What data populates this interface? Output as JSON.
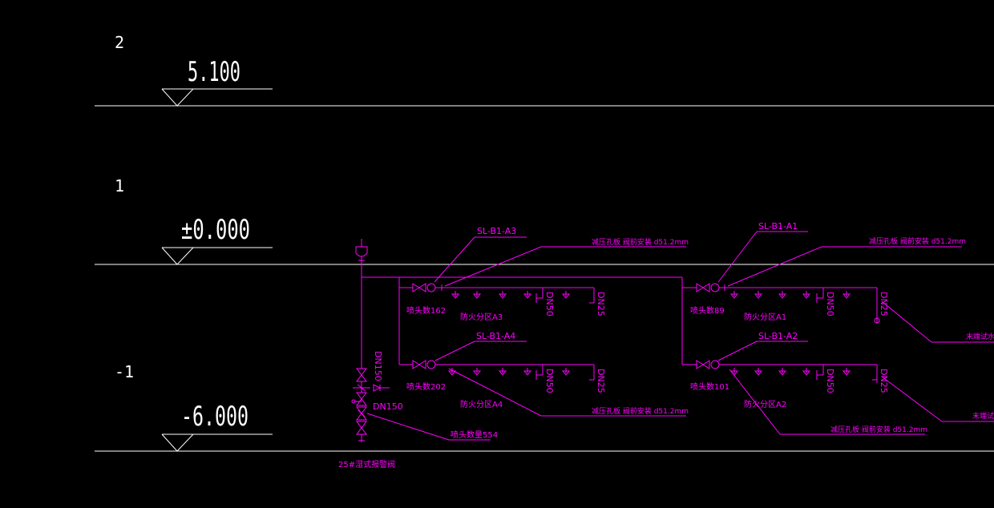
{
  "floors": [
    {
      "number": "2",
      "elevation": "5.100"
    },
    {
      "number": "1",
      "elevation": "±0.000"
    },
    {
      "number": "-1",
      "elevation": "-6.000"
    }
  ],
  "riser_labels": {
    "a3": "SL-B1-A3",
    "a4": "SL-B1-A4",
    "a1": "SL-B1-A1",
    "a2": "SL-B1-A2"
  },
  "orifice_labels": {
    "a3": "减压孔板 阀前安装 d51.2mm",
    "a4": "减压孔板 阀前安装 d51.2mm",
    "a1": "减压孔板 阀前安装 d51.2mm",
    "a2": "减压孔板 阀前安装 d51.2mm"
  },
  "sprinkler_counts": {
    "a3": "喷头数162",
    "a4": "喷头数202",
    "a1": "喷头数89",
    "a2": "喷头数101",
    "total": "喷头数量554"
  },
  "zone_labels": {
    "a3": "防火分区A3",
    "a4": "防火分区A4",
    "a1": "防火分区A1",
    "a2": "防火分区A2"
  },
  "pipe_sizes": {
    "main_vertical": "DN150",
    "main_valve": "DN150",
    "branch": "DN50",
    "end": "DN25"
  },
  "end_test_labels": {
    "top": "末端试水装",
    "bottom": "末端试水"
  },
  "alarm_valve_label": "25#湿式报警阀",
  "colors": {
    "background": "#000000",
    "levels": "#ffffff",
    "piping": "#ff00ff"
  }
}
